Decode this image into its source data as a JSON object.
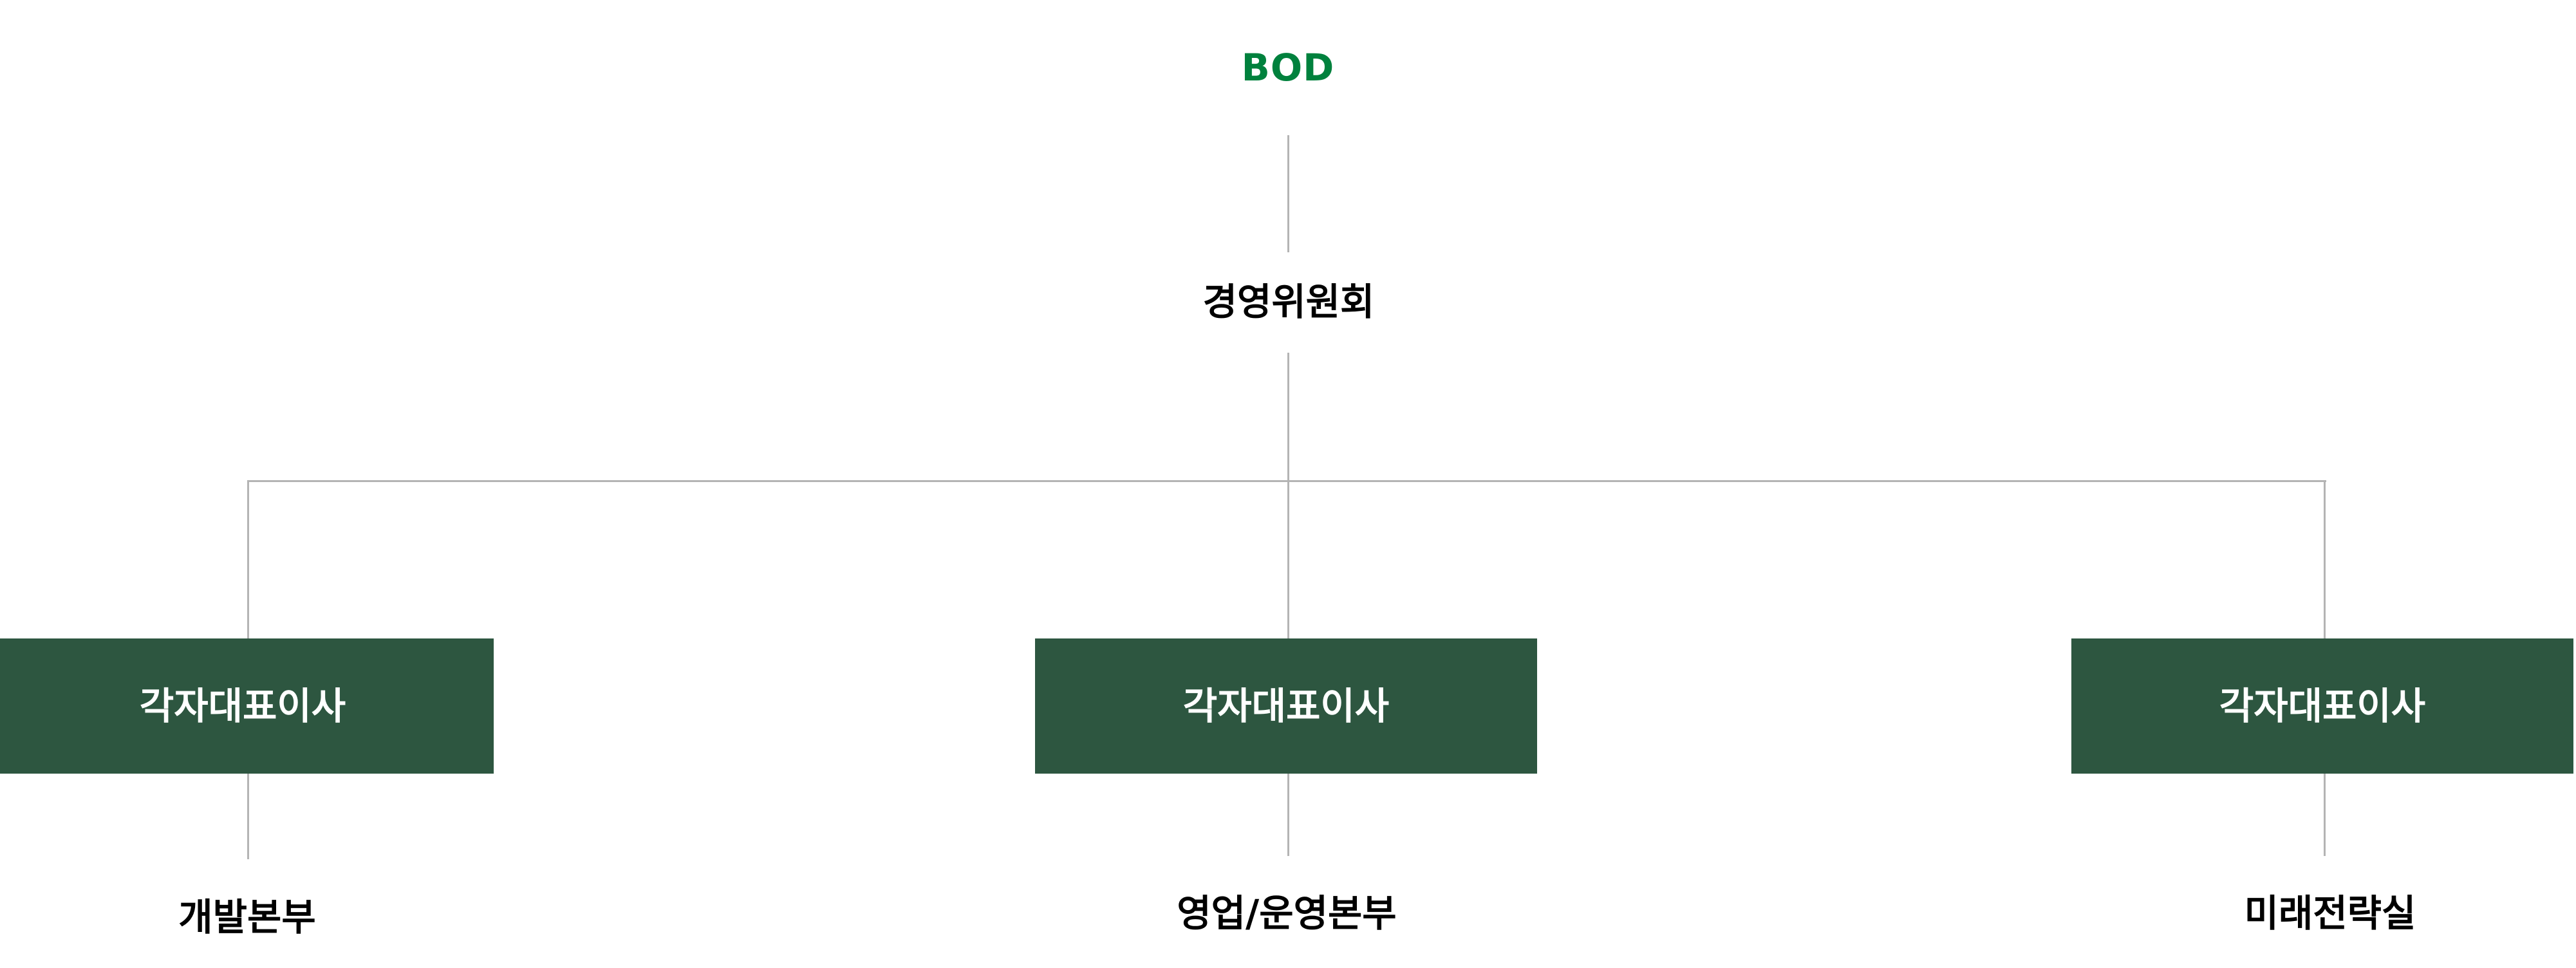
{
  "chart": {
    "root": {
      "label": "BOD",
      "color": "#00813d"
    },
    "committee": {
      "label": "경영위원회"
    },
    "ceo_nodes": [
      {
        "label": "각자대표이사"
      },
      {
        "label": "각자대표이사"
      },
      {
        "label": "각자대표이사"
      }
    ],
    "divisions": [
      {
        "label": "개발본부"
      },
      {
        "label": "영업/운영본부"
      },
      {
        "label": "미래전략실"
      }
    ],
    "colors": {
      "box_fill": "#2d5640",
      "connector": "#b4b4b4",
      "text": "#000000"
    }
  }
}
